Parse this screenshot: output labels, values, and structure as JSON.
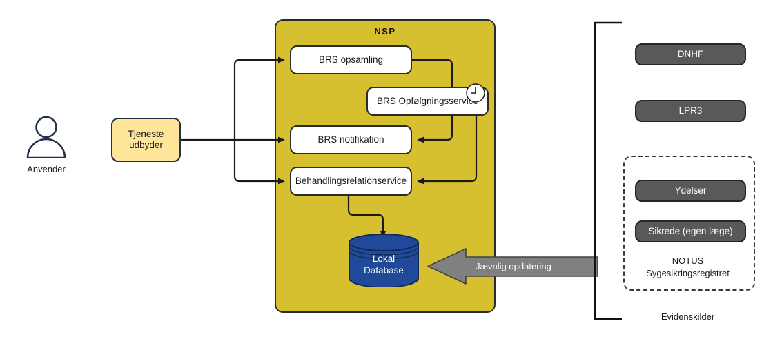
{
  "diagram": {
    "actor": {
      "label": "Anvender",
      "icon": "person-icon"
    },
    "service_provider": {
      "label": "Tjeneste udbyder"
    },
    "nsp": {
      "title": "NSP",
      "services": [
        {
          "label": "BRS opsamling"
        },
        {
          "label": "BRS Opfølgningsservice",
          "icon": "clock-icon"
        },
        {
          "label": "BRS notifikation"
        },
        {
          "label": "Behandlingsrelationservice"
        }
      ],
      "database": {
        "line1": "Lokal",
        "line2": "Database"
      }
    },
    "update_arrow": {
      "label": "Jævnlig opdatering"
    },
    "evidence": {
      "bracket_label": "Evidenskilder",
      "sources": [
        {
          "label": "DNHF"
        },
        {
          "label": "LPR3"
        }
      ],
      "group": {
        "title_line1": "NOTUS",
        "title_line2": "Sygesikringsregistret",
        "items": [
          {
            "label": "Ydelser"
          },
          {
            "label": "Sikrede (egen læge)"
          }
        ]
      }
    },
    "colors": {
      "nsp_fill": "#D6C02F",
      "service_provider_fill": "#FFE59A",
      "database_fill": "#21499A",
      "evidence_fill": "#595959",
      "arrow_fill": "#808080",
      "stroke": "#2b2b2b"
    }
  }
}
